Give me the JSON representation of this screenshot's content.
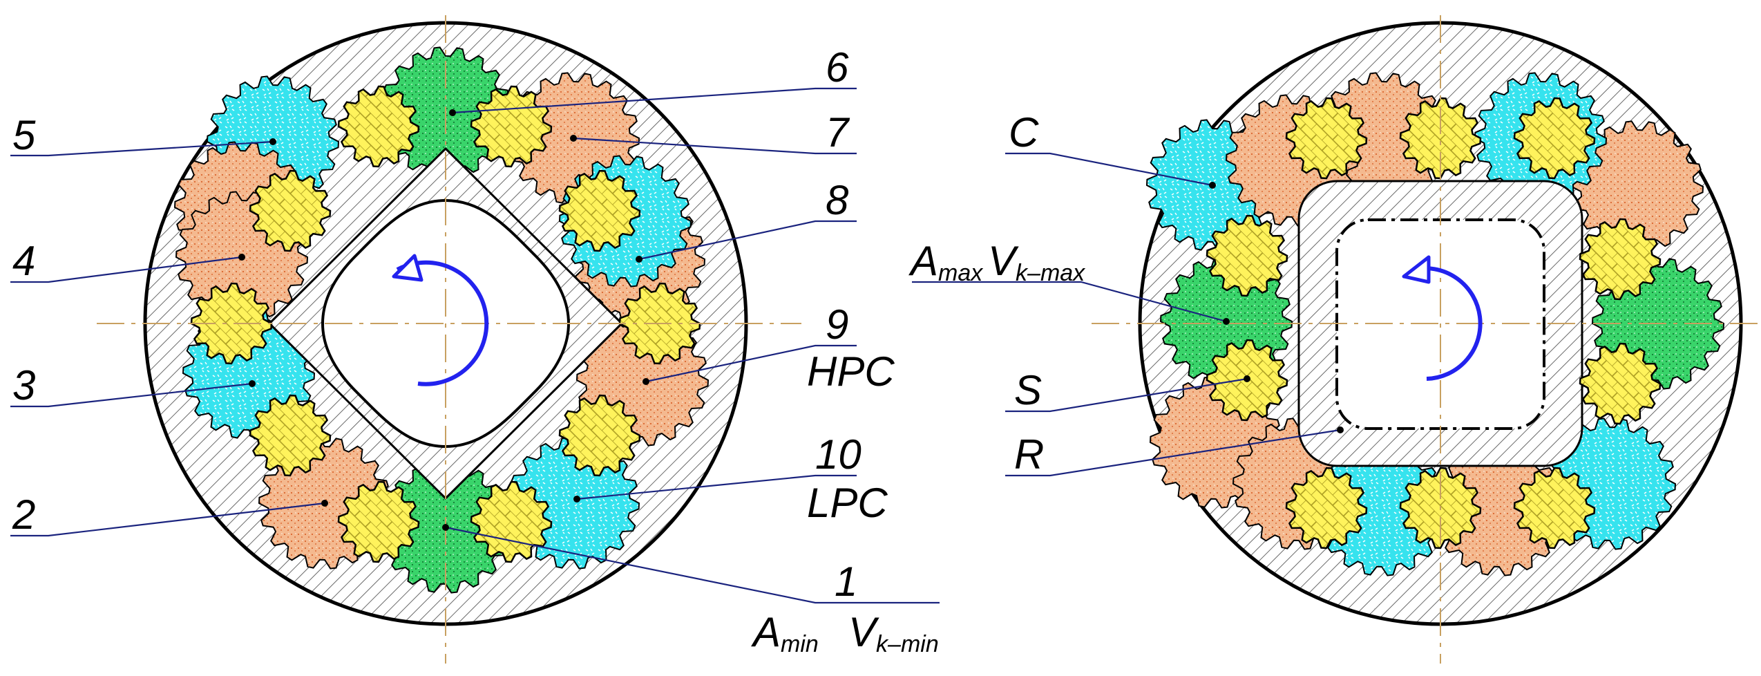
{
  "left_diagram": {
    "chamber_labels": [
      {
        "id": "5",
        "text": "5"
      },
      {
        "id": "4",
        "text": "4"
      },
      {
        "id": "3",
        "text": "3"
      },
      {
        "id": "2",
        "text": "2"
      },
      {
        "id": "6",
        "text": "6"
      },
      {
        "id": "7",
        "text": "7"
      },
      {
        "id": "8",
        "text": "8"
      },
      {
        "id": "9",
        "text": "9"
      },
      {
        "id": "10",
        "text": "10"
      },
      {
        "id": "1",
        "text": "1"
      }
    ],
    "hpc": "HPC",
    "lpc": "LPC",
    "amin": {
      "base": "A",
      "sub": "min"
    },
    "vkmin": {
      "base": "V",
      "sub": "k–min"
    }
  },
  "right_diagram": {
    "c": "C",
    "amax": {
      "base": "A",
      "sub": "max"
    },
    "vkmax": {
      "base": "V",
      "sub": "k–max"
    },
    "s": "S",
    "r": "R"
  },
  "colors": {
    "cyan": "#36e3ee",
    "orange": "#f4b98f",
    "green": "#2ecc57",
    "yellow": "#fff35c",
    "rotor_arrow": "#2222ee",
    "leader": "#1a237e",
    "centerline": "#c8a060"
  }
}
